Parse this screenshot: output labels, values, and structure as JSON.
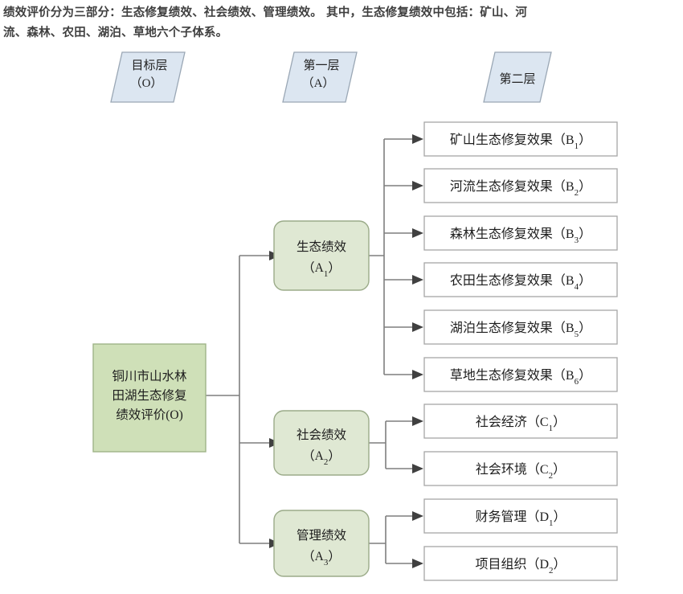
{
  "caption": {
    "line1": "绩效评价分为三部分：生态修复绩效、社会绩效、管理绩效。 其中，生态修复绩效中包括：矿山、河",
    "line2": "流、森林、农田、湖泊、草地六个子体系。"
  },
  "colors": {
    "header_fill": "#dce6f1",
    "header_stroke": "#9aa7b5",
    "root_fill": "#cfe0b8",
    "root_stroke": "#9fb488",
    "level_fill": "#dfe8d3",
    "level_stroke": "#9bab89",
    "leaf_fill": "#ffffff",
    "leaf_stroke": "#a6a6a6",
    "connector": "#7f7f7f",
    "arrow": "#404040",
    "caption_text": "#3f3f3f"
  },
  "headers": [
    {
      "id": "header-goal",
      "line1": "目标层",
      "line2": "（O）"
    },
    {
      "id": "header-level-one",
      "line1": "第一层",
      "line2": "（A）"
    },
    {
      "id": "header-level-two",
      "line1": "第二层",
      "line2": ""
    }
  ],
  "root": {
    "id": "root-node",
    "line1": "铜川市山水林",
    "line2": "田湖生态修复",
    "line3": "绩效评价(O)"
  },
  "level_one": [
    {
      "id": "node-a1",
      "line1": "生态绩效",
      "line2": "（A",
      "sub": "1",
      "line3": "）"
    },
    {
      "id": "node-a2",
      "line1": "社会绩效",
      "line2": "（A",
      "sub": "2",
      "line3": "）"
    },
    {
      "id": "node-a3",
      "line1": "管理绩效",
      "line2": "（A",
      "sub": "3",
      "line3": "）"
    }
  ],
  "level_two": {
    "ecological": [
      {
        "id": "leaf-b1",
        "label": "矿山生态修复效果（B",
        "sub": "1",
        "tail": "）"
      },
      {
        "id": "leaf-b2",
        "label": "河流生态修复效果（B",
        "sub": "2",
        "tail": "）"
      },
      {
        "id": "leaf-b3",
        "label": "森林生态修复效果（B",
        "sub": "3",
        "tail": "）"
      },
      {
        "id": "leaf-b4",
        "label": "农田生态修复效果（B",
        "sub": "4",
        "tail": "）"
      },
      {
        "id": "leaf-b5",
        "label": "湖泊生态修复效果（B",
        "sub": "5",
        "tail": "）"
      },
      {
        "id": "leaf-b6",
        "label": "草地生态修复效果（B",
        "sub": "6",
        "tail": "）"
      }
    ],
    "social": [
      {
        "id": "leaf-c1",
        "label": "社会经济（C",
        "sub": "1",
        "tail": "）"
      },
      {
        "id": "leaf-c2",
        "label": "社会环境（C",
        "sub": "2",
        "tail": "）"
      }
    ],
    "management": [
      {
        "id": "leaf-d1",
        "label": "财务管理（D",
        "sub": "1",
        "tail": "）"
      },
      {
        "id": "leaf-d2",
        "label": "项目组织（D",
        "sub": "2",
        "tail": "）"
      }
    ]
  }
}
